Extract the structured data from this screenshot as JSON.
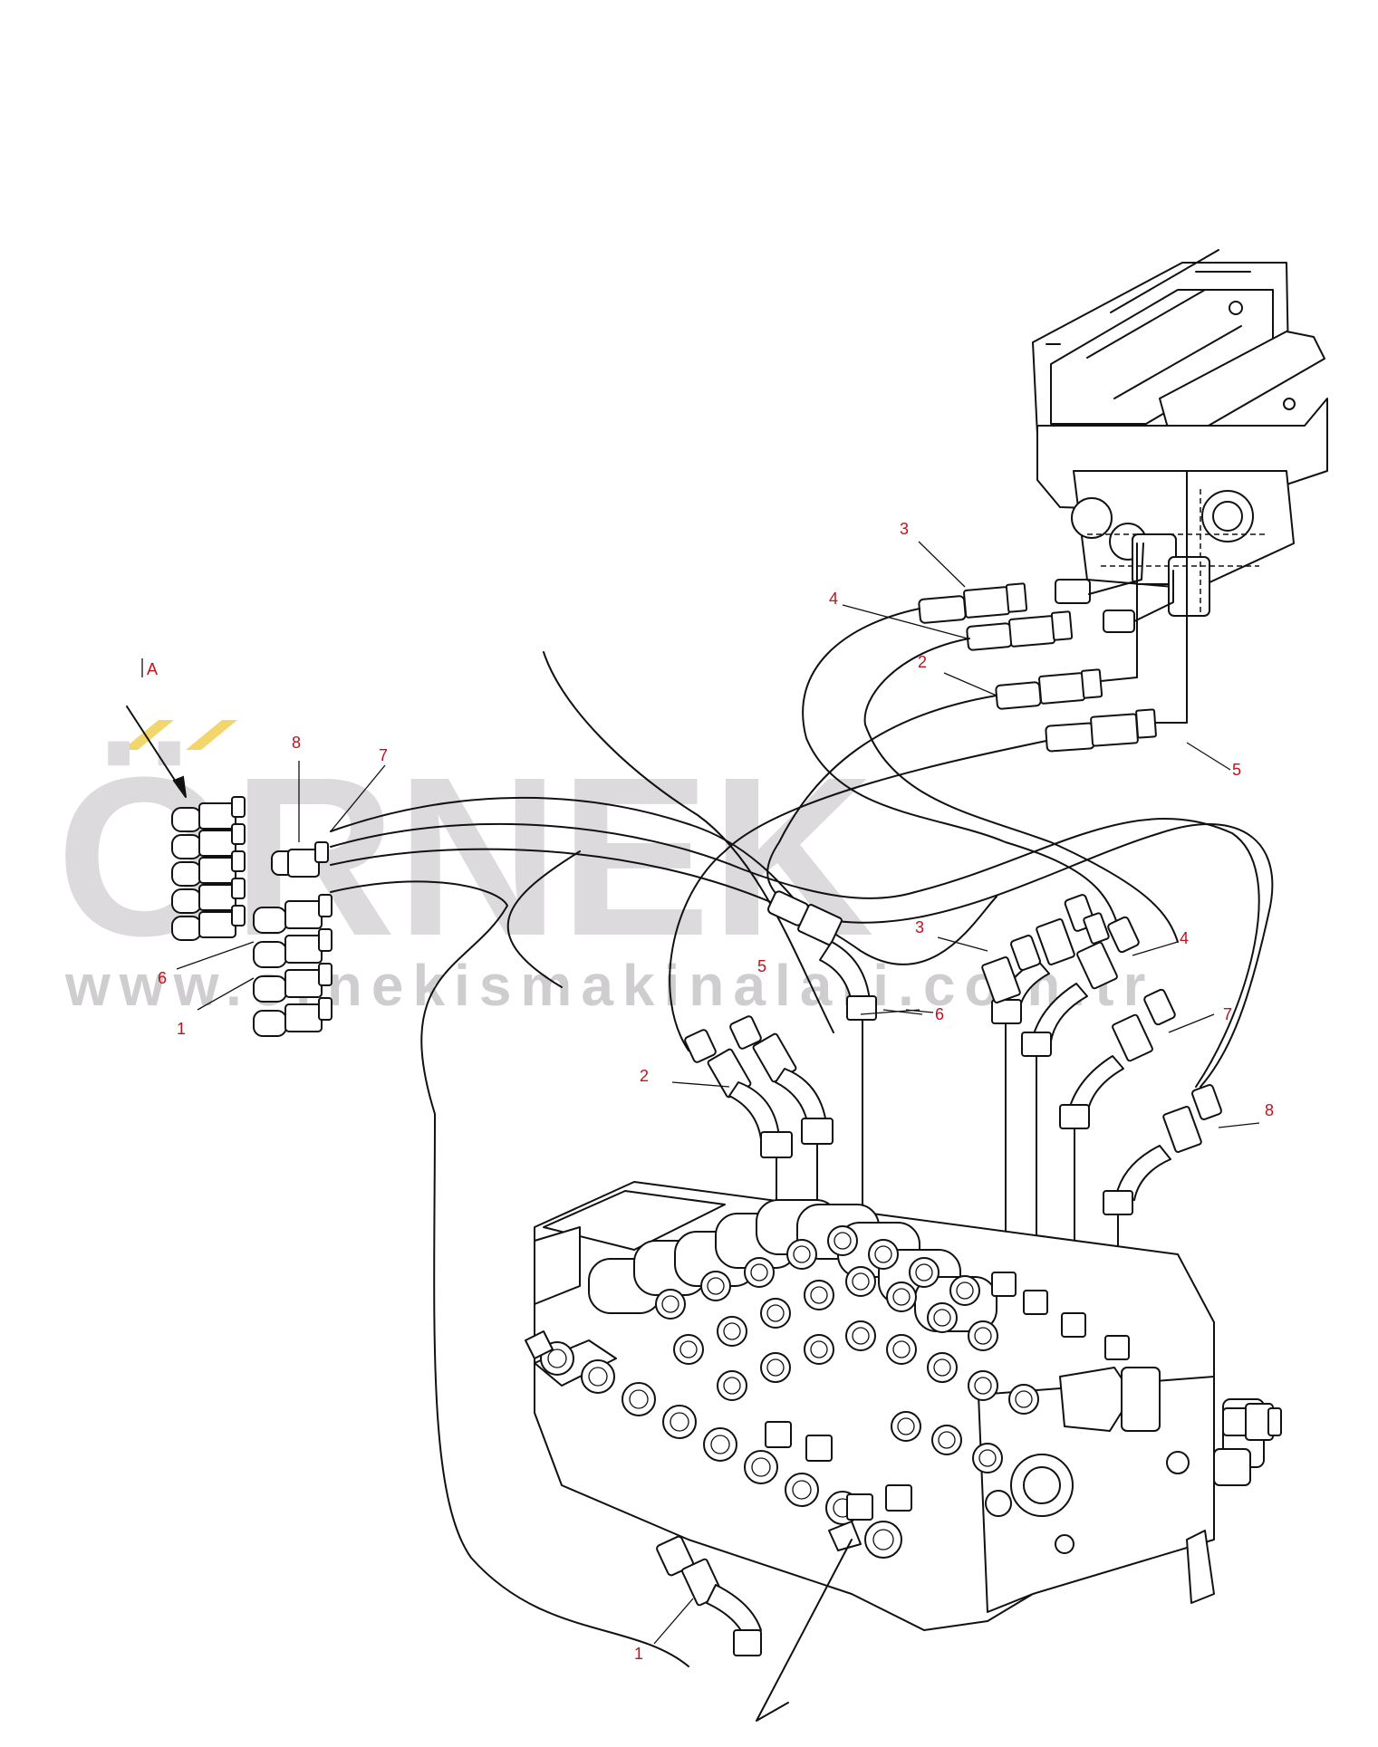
{
  "watermark": {
    "brand": "ÖRNEK",
    "url": "www.ornekismakinalari.com.tr",
    "accent_color": "#f3d66b",
    "text_color": "#dcdadc"
  },
  "view_label": "A",
  "callouts": {
    "pilot_3": "3",
    "pilot_4": "4",
    "pilot_2": "2",
    "pilot_5": "5",
    "left_8": "8",
    "left_7": "7",
    "left_6": "6",
    "left_1": "1",
    "mid_3": "3",
    "mid_4": "4",
    "mid_5": "5",
    "mid_6": "6",
    "mid_7": "7",
    "mid_2": "2",
    "mid_8": "8",
    "bottom_1": "1"
  },
  "colors": {
    "line": "#111111",
    "label": "#c0121c"
  }
}
